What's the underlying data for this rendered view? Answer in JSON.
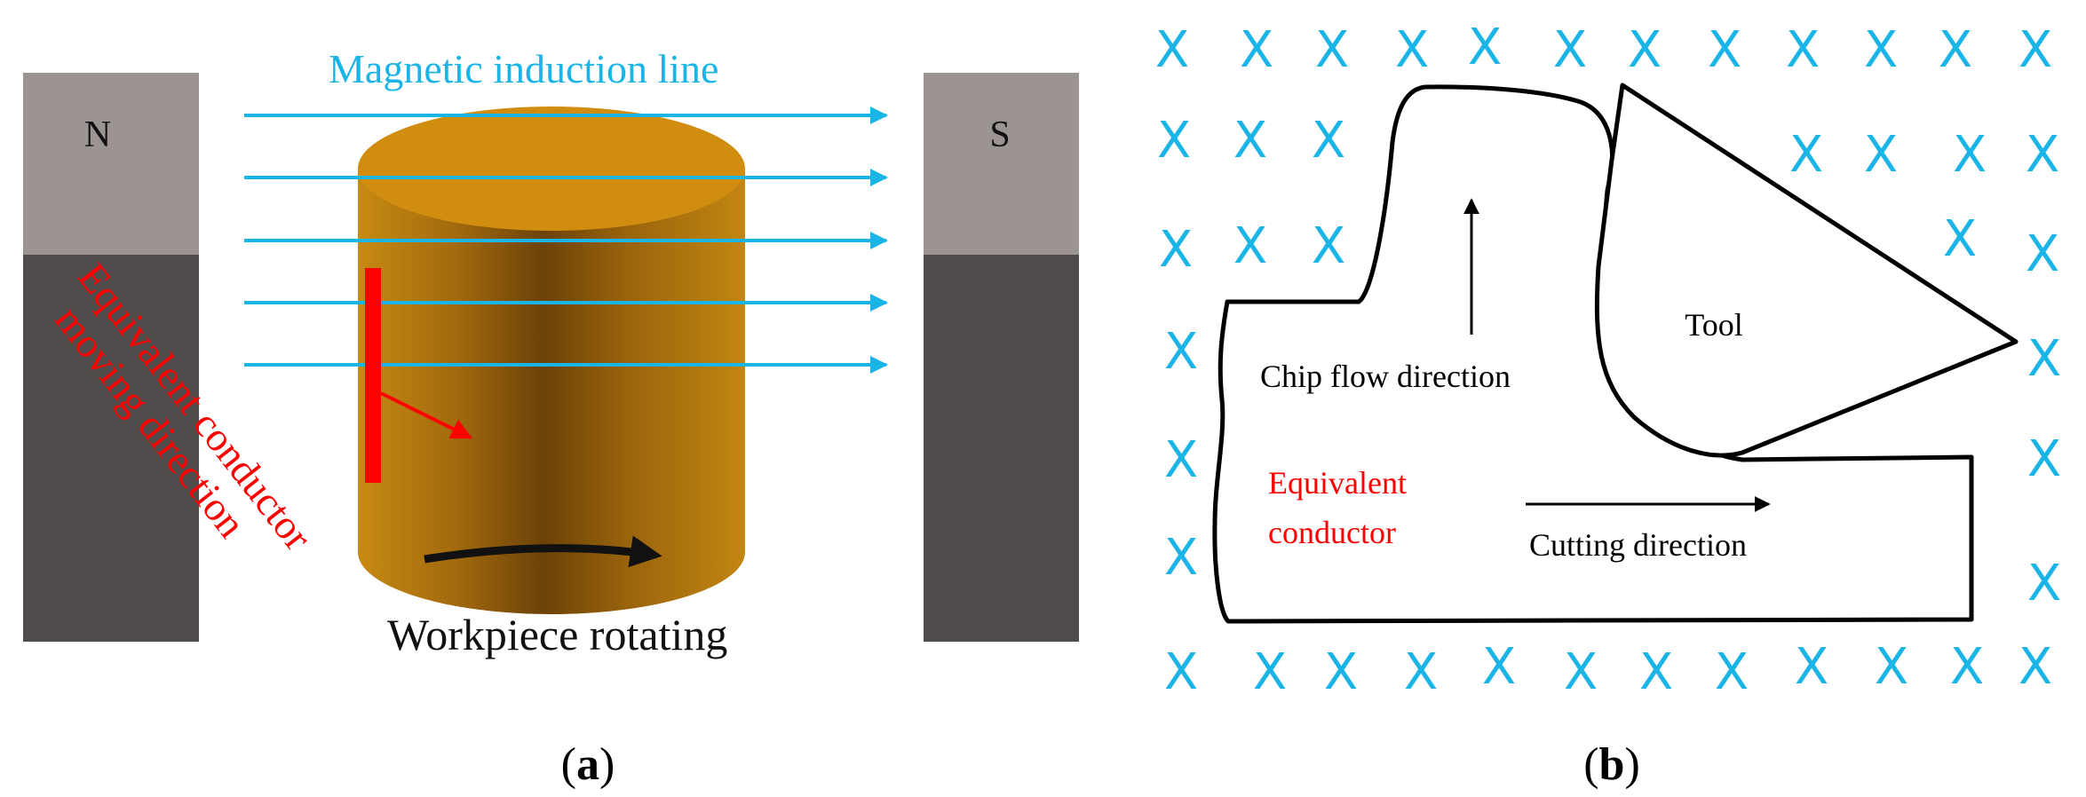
{
  "panel_a": {
    "pole_north": "N",
    "pole_south": "S",
    "magnetic_line_label": "Magnetic  induction line",
    "equivalent_conductor_label_line1": "Equivalent conductor",
    "equivalent_conductor_label_line2": "moving direction",
    "workpiece_label": "Workpiece rotating",
    "caption_open": "(",
    "caption_letter": "a",
    "caption_close": ")"
  },
  "panel_b": {
    "tool_label": "Tool",
    "chip_flow_label": "Chip flow direction",
    "equivalent_conductor_line1": "Equivalent",
    "equivalent_conductor_line2": "conductor",
    "cutting_direction_label": "Cutting direction",
    "field_symbol": "X",
    "caption_open": "(",
    "caption_letter": "b",
    "caption_close": ")"
  },
  "colors": {
    "field_lines": "#1bb4e6",
    "conductor": "#ff0000",
    "magnet_top": "#9b9493",
    "magnet_body": "#4f4c4b",
    "workpiece": "#c6860a"
  }
}
